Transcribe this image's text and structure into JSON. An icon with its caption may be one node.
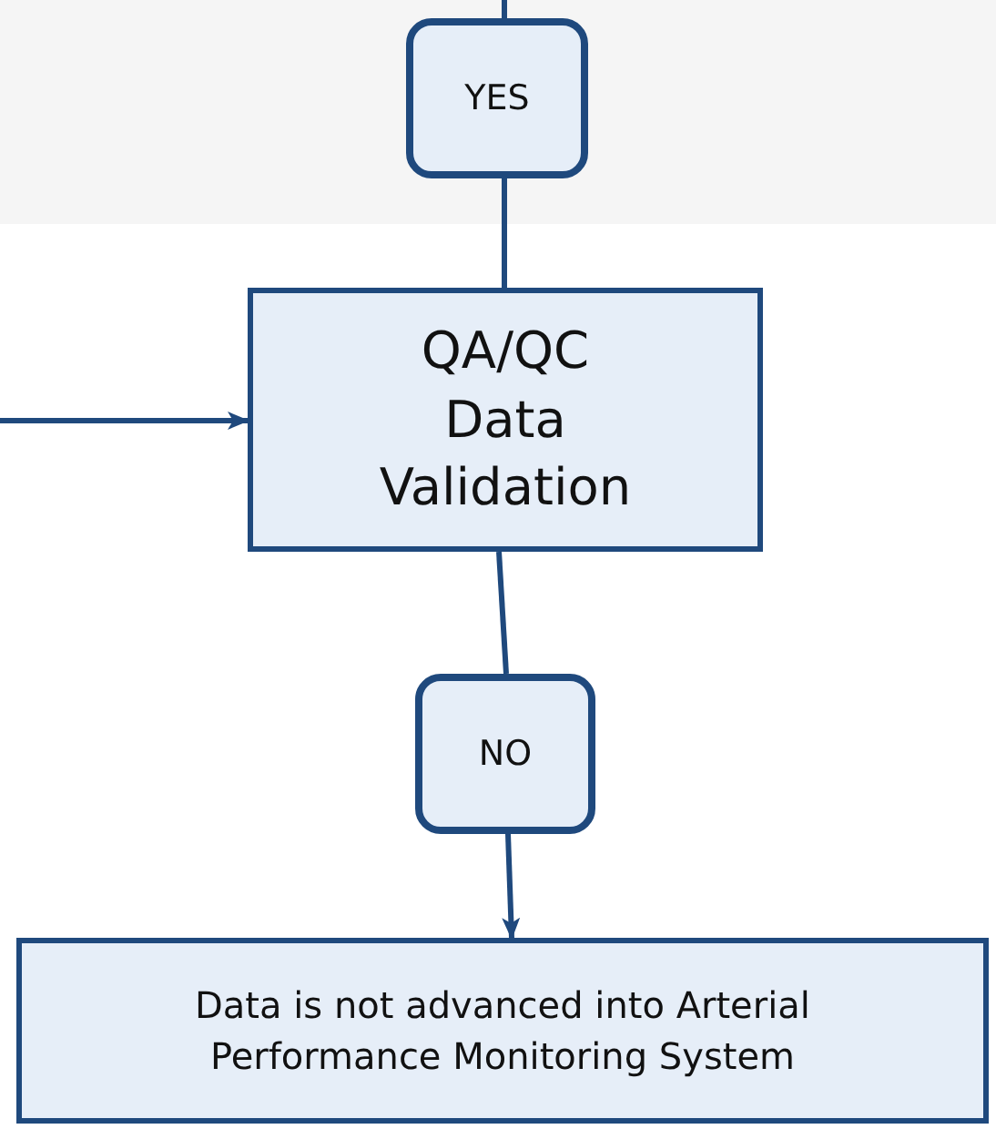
{
  "diagram": {
    "nodes": [
      {
        "text": [
          "YES"
        ]
      },
      {
        "text": [
          "QA/QC Data Validation"
        ]
      },
      {
        "text": [
          "NO"
        ]
      },
      {
        "text": [
          "Data is not advanced into Arterial Performance Monitoring System"
        ]
      }
    ],
    "edges": [
      {
        "from": null,
        "to": 0,
        "arrow": "none"
      },
      {
        "from": 0,
        "to": 1,
        "arrow": "none"
      },
      {
        "from": null,
        "to": 1,
        "arrow": "to"
      },
      {
        "from": 1,
        "to": 2,
        "arrow": "none"
      },
      {
        "from": 2,
        "to": 3,
        "arrow": "to"
      }
    ]
  }
}
